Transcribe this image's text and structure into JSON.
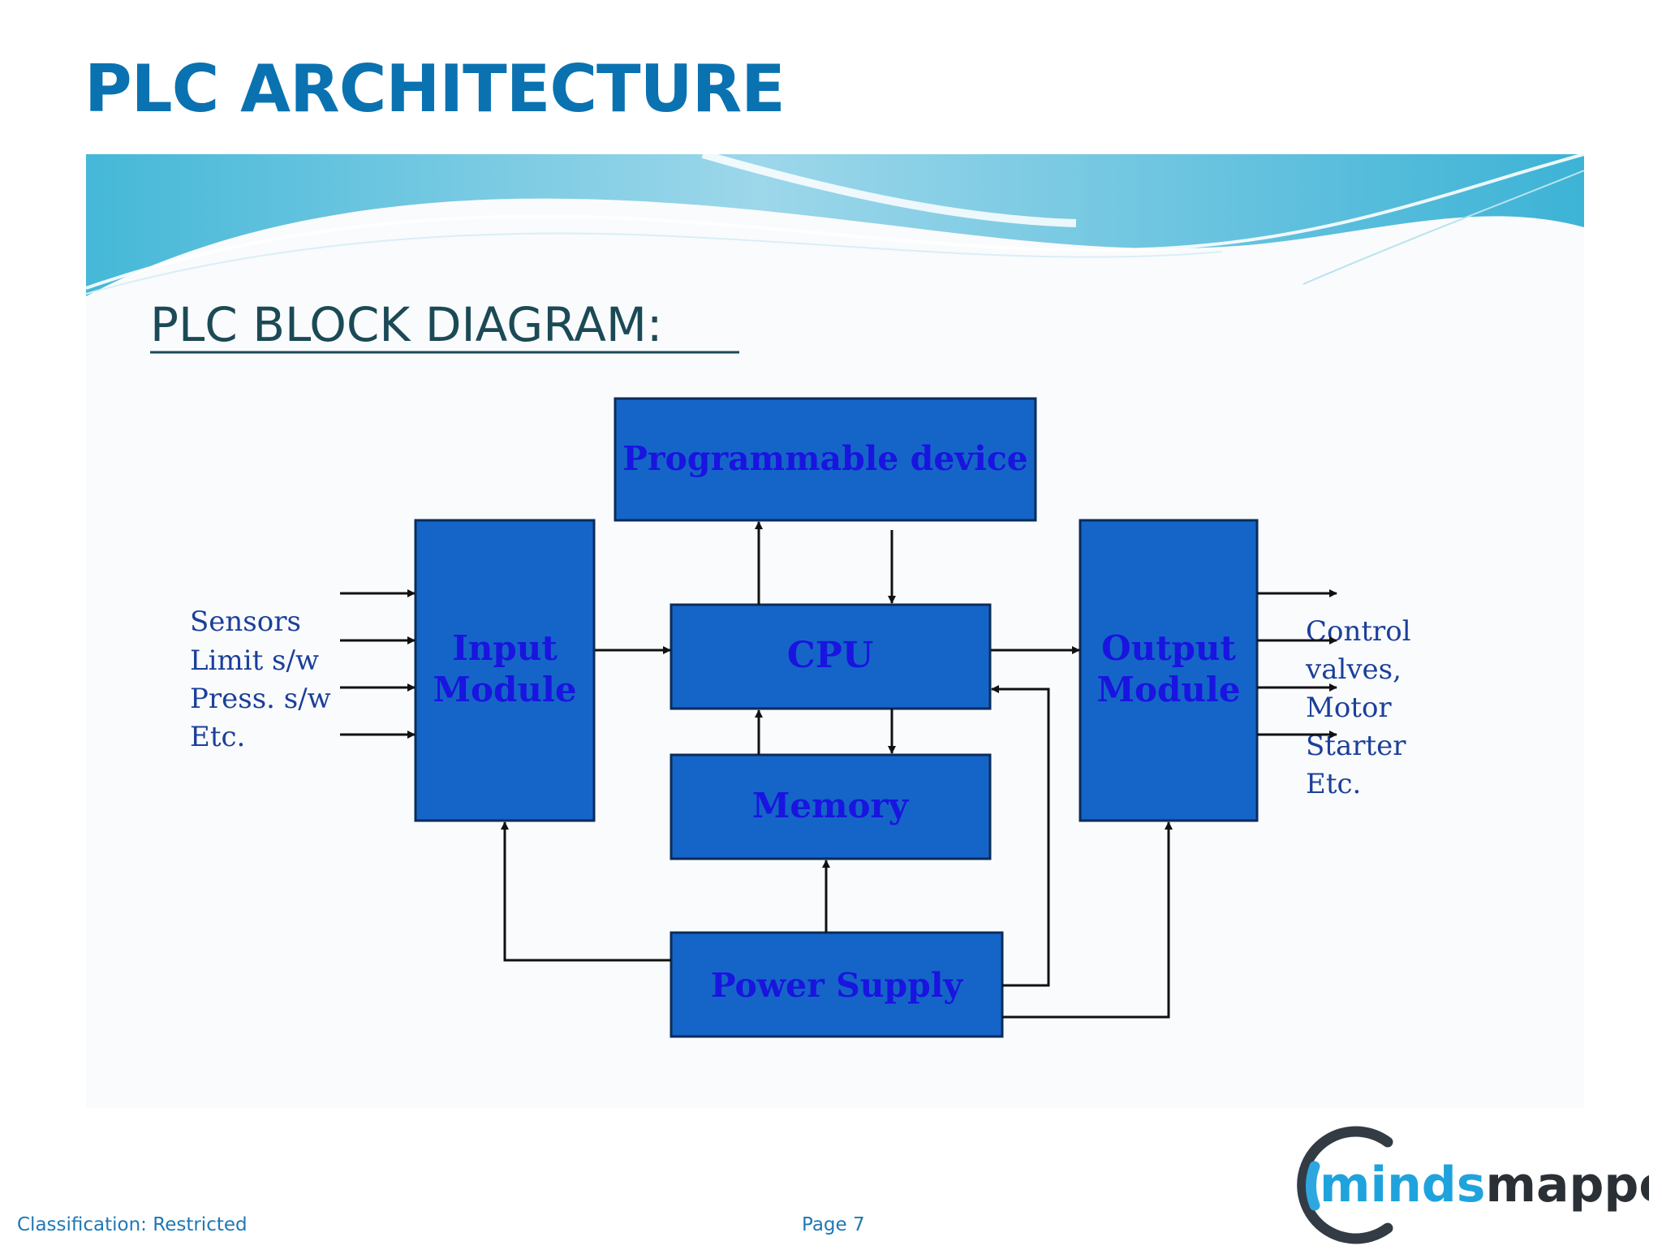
{
  "slide": {
    "title": "PLC ARCHITECTURE",
    "diagram_heading": "PLC BLOCK DIAGRAM:"
  },
  "diagram": {
    "programmable_device": "Programmable device",
    "input_module": [
      "Input",
      "Module"
    ],
    "cpu": "CPU",
    "memory": "Memory",
    "output_module": [
      "Output",
      "Module"
    ],
    "power_supply": "Power Supply",
    "inputs": [
      "Sensors",
      "Limit s/w",
      "Press. s/w",
      "Etc."
    ],
    "outputs": [
      "Control",
      "valves,",
      "Motor",
      "Starter",
      "Etc."
    ]
  },
  "footer": {
    "classification": "Classification: Restricted",
    "page": "Page 7"
  },
  "logo": {
    "text_part1": "minds",
    "text_part2": "mapped"
  },
  "colors": {
    "title": "#0a72b0",
    "block_fill": "#1565c8",
    "block_text": "#1a14e0",
    "heading": "#1b4a56",
    "footer": "#1f78b4"
  }
}
